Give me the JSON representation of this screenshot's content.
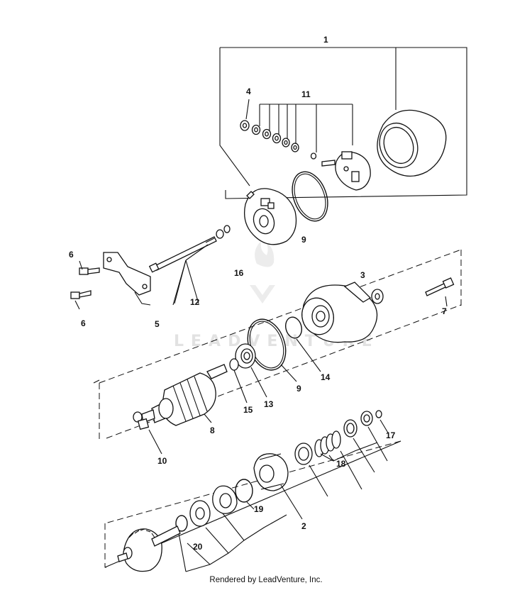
{
  "diagram": {
    "callouts": {
      "c1": "1",
      "c2": "2",
      "c3": "3",
      "c4": "4",
      "c5": "5",
      "c6a": "6",
      "c6b": "6",
      "c7": "7",
      "c8": "8",
      "c9a": "9",
      "c9b": "9",
      "c10": "10",
      "c11": "11",
      "c12": "12",
      "c13": "13",
      "c14": "14",
      "c15": "15",
      "c16": "16",
      "c17": "17",
      "c18": "18",
      "c19": "19",
      "c20": "20"
    },
    "watermark": "LEADVENTURE"
  },
  "footer": {
    "text": "Rendered by LeadVenture, Inc."
  }
}
